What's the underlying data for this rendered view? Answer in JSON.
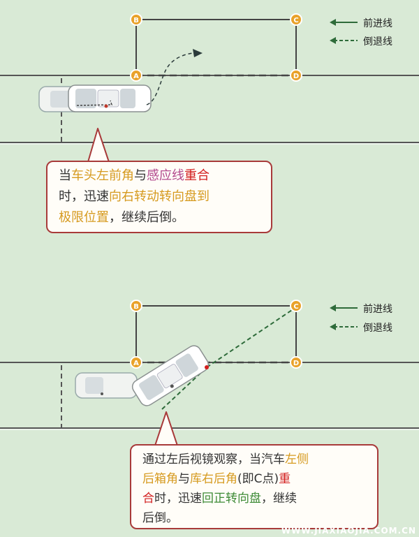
{
  "legend": {
    "forward_label": "前进线",
    "reverse_label": "倒退线"
  },
  "points": {
    "a": "A",
    "b": "B",
    "c": "C",
    "d": "D"
  },
  "panel1": {
    "callout": {
      "l1": {
        "s1": "当",
        "s2": "车头左前角",
        "s3": "与",
        "s4": "感应线",
        "s5": "重合"
      },
      "l2": {
        "s1": "时，迅速",
        "s2": "向右转动转向盘到"
      },
      "l3": {
        "s1": "极限位置",
        "s2": "，继续后倒。"
      }
    }
  },
  "panel2": {
    "callout": {
      "l1": {
        "s1": "通过左后视镜观察，当汽车",
        "s2": "左侧"
      },
      "l2": {
        "s1": "后箱角",
        "s2": "与",
        "s3": "库右后角",
        "s4": "(即C点)",
        "s5": "重"
      },
      "l3": {
        "s1": "合",
        "s2": "时，迅速",
        "s3": "回正转向盘",
        "s4": "，继续"
      },
      "l4": {
        "s1": "后倒。"
      }
    }
  },
  "watermark": "WWW.JIAXIAOJIA.COM.CN",
  "colors": {
    "background": "#d9ead6",
    "arrow_green": "#2e6b3a",
    "point_orange": "#e9a22a",
    "callout_border": "#a83a3a",
    "highlight_orange": "#d69a1f",
    "highlight_purple": "#b34a8e",
    "highlight_red": "#d21e1e",
    "highlight_green": "#3d8a35"
  }
}
